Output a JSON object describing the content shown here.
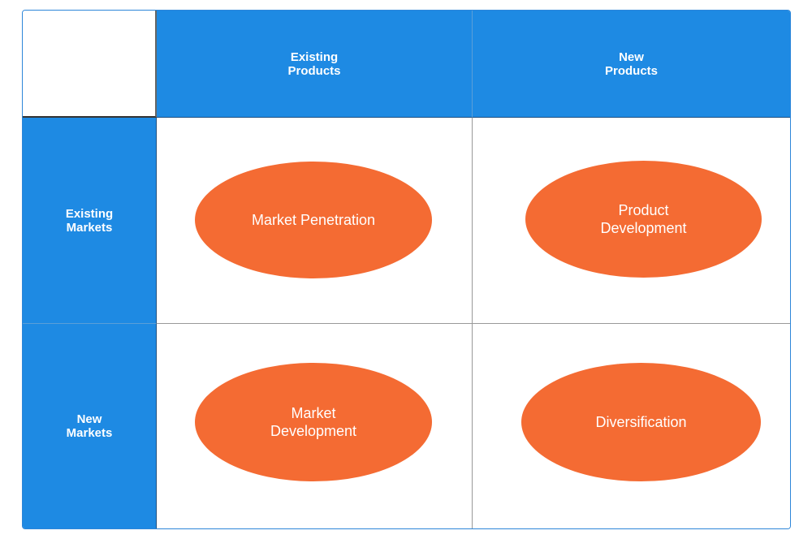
{
  "matrix": {
    "columns": [
      "Existing\nProducts",
      "New\nProducts"
    ],
    "rows": [
      "Existing\nMarkets",
      "New\nMarkets"
    ],
    "cells": [
      "Market Penetration",
      "Product\nDevelopment",
      "Market\nDevelopment",
      "Diversification"
    ]
  },
  "colors": {
    "header": "#1e8ae3",
    "oval": "#f46b33",
    "grid": "#999999"
  }
}
